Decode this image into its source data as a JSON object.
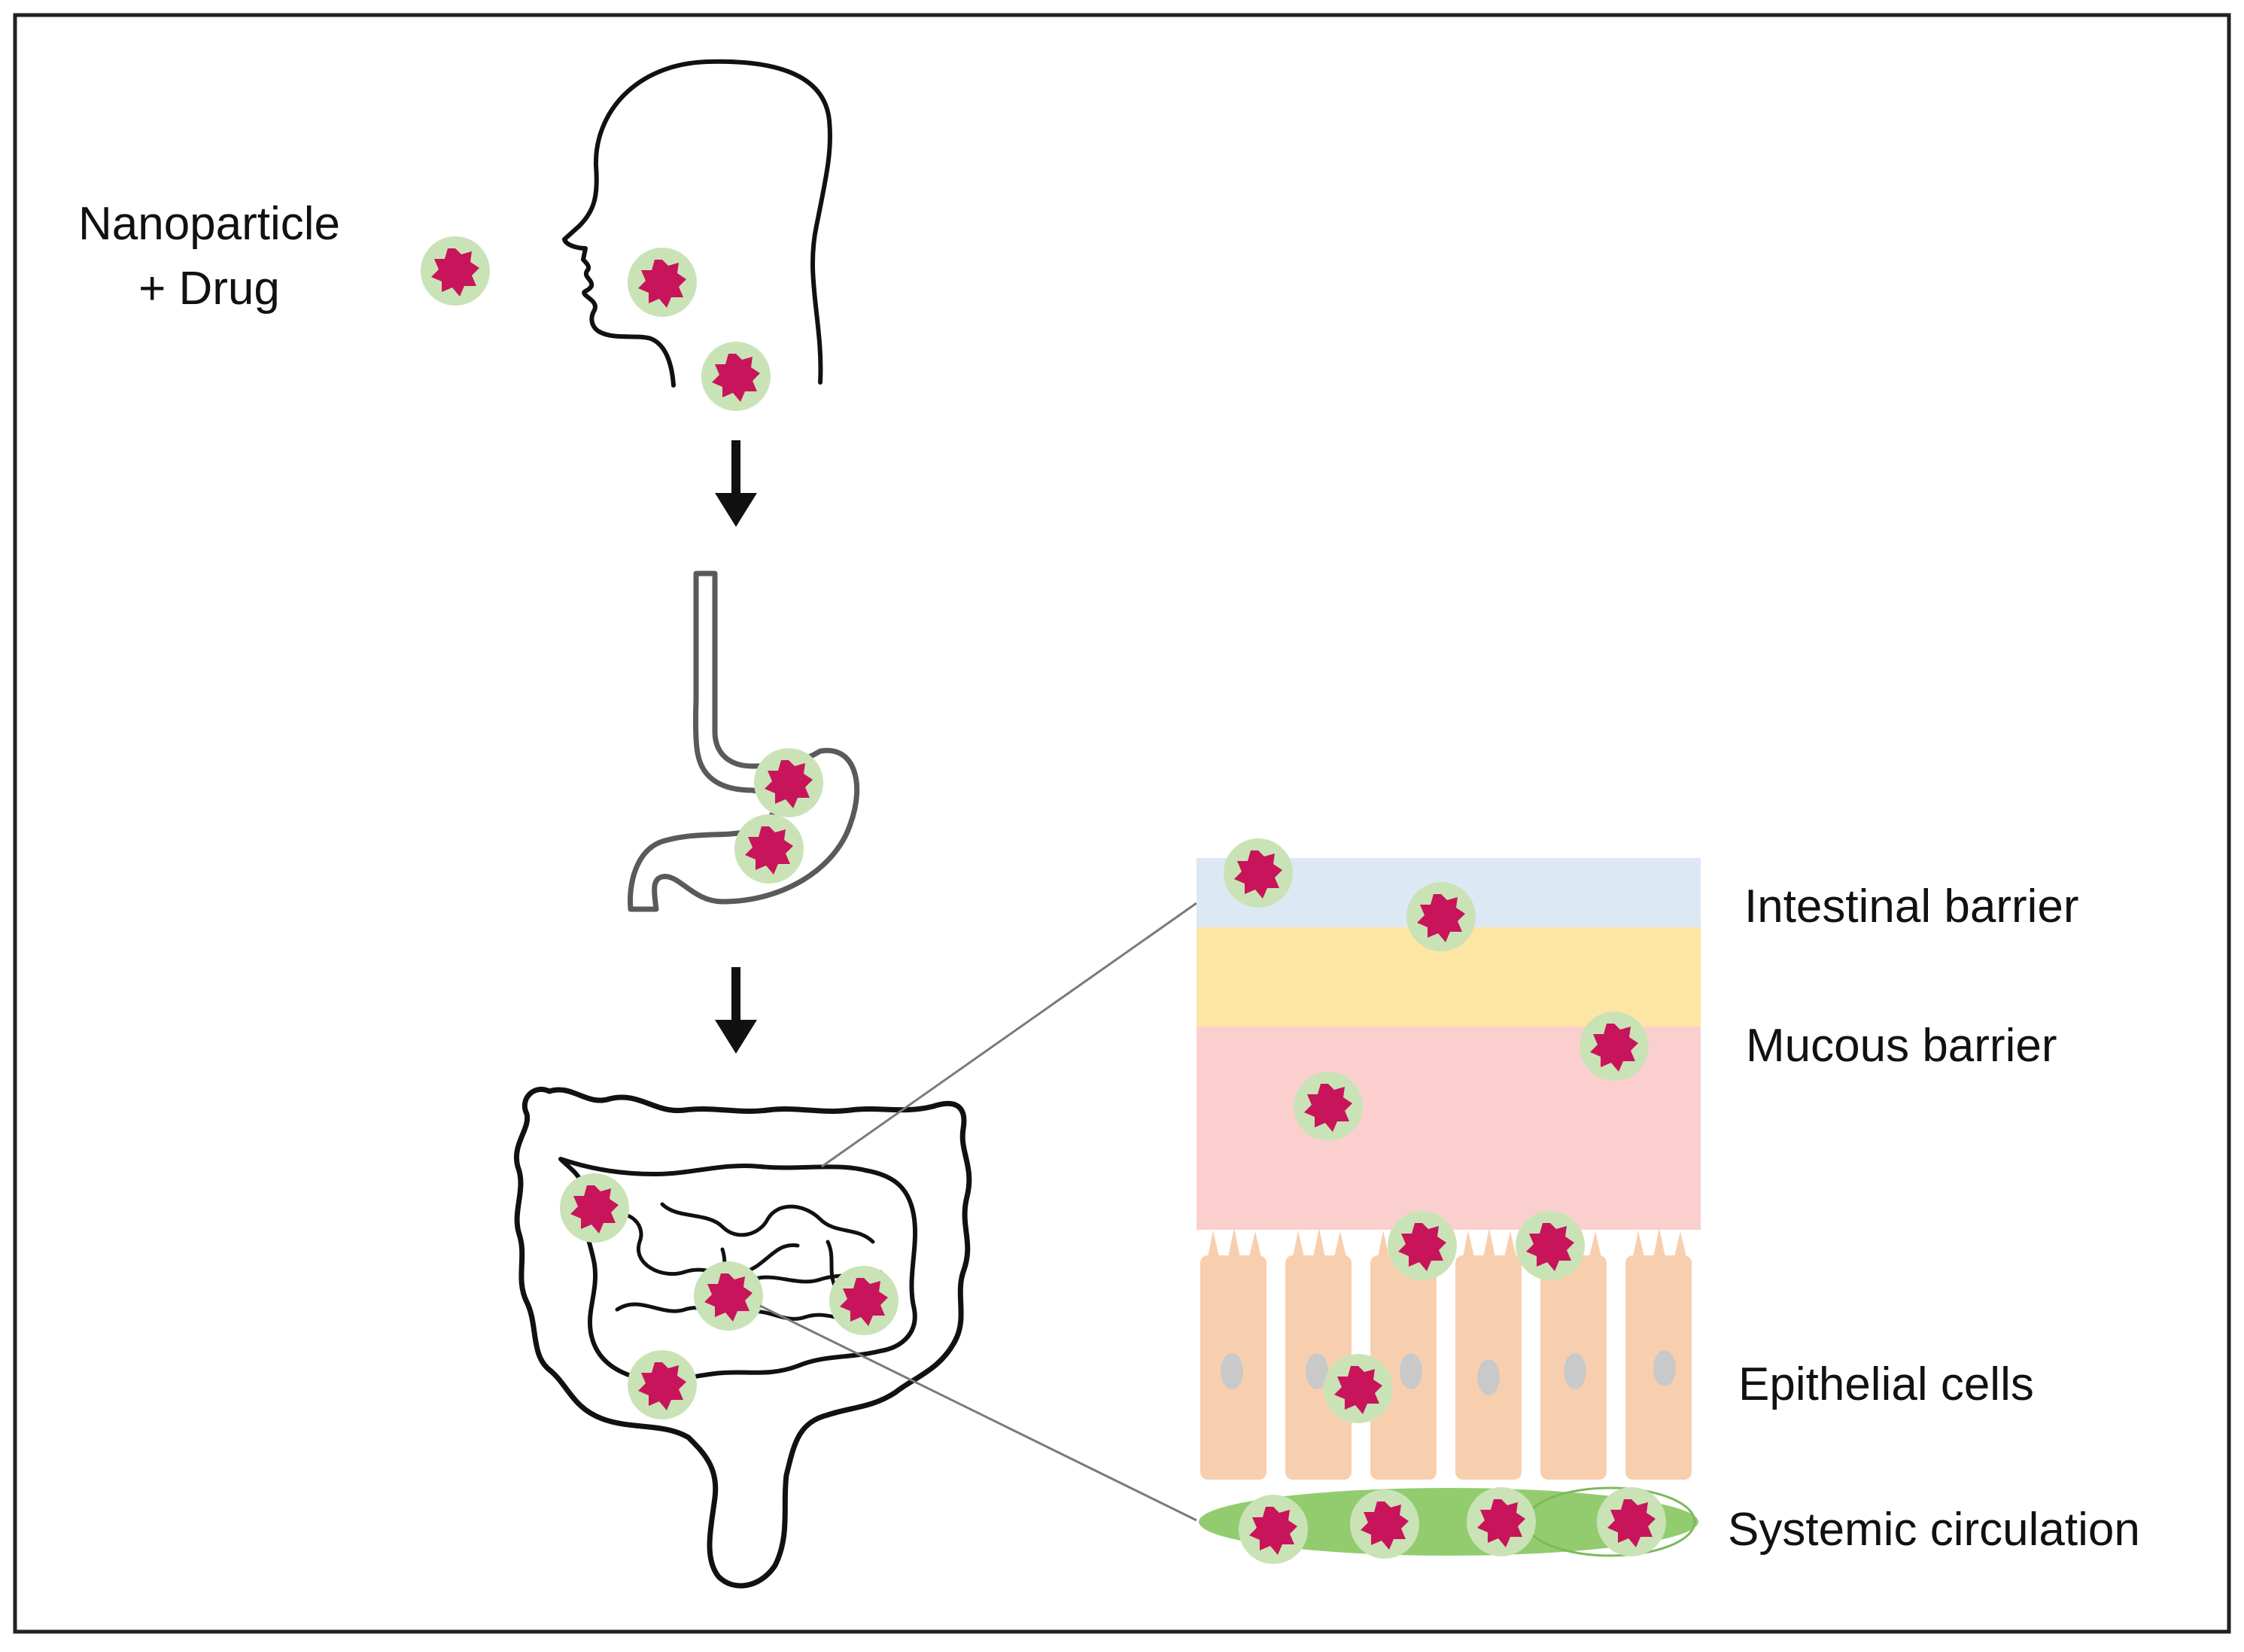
{
  "labels": {
    "nanoparticle_line1": "Nanoparticle",
    "nanoparticle_line2": "+ Drug",
    "intestinal_barrier": "Intestinal barrier",
    "mucous_barrier": "Mucous barrier",
    "epithelial_cells": "Epithelial cells",
    "systemic_circulation": "Systemic circulation"
  },
  "colors": {
    "frame": "#222222",
    "ink": "#111111",
    "stomach_outline": "#5a5a5a",
    "intestinal_layer": "#dce9f5",
    "mucous_layer_upper": "#fde6a3",
    "mucous_layer_lower": "#fccfcf",
    "epithelial_cell": "#f8cfae",
    "nucleus": "#c9c9c9",
    "circulation": "#93cc6e",
    "particle_shell": "#c9e3b6",
    "particle_core": "#c8145a",
    "zoom_line": "#7a7a7a"
  },
  "icons": [
    "human-head-icon",
    "esophagus-stomach-icon",
    "intestine-icon",
    "nanoparticle-icon",
    "down-arrow-icon"
  ]
}
